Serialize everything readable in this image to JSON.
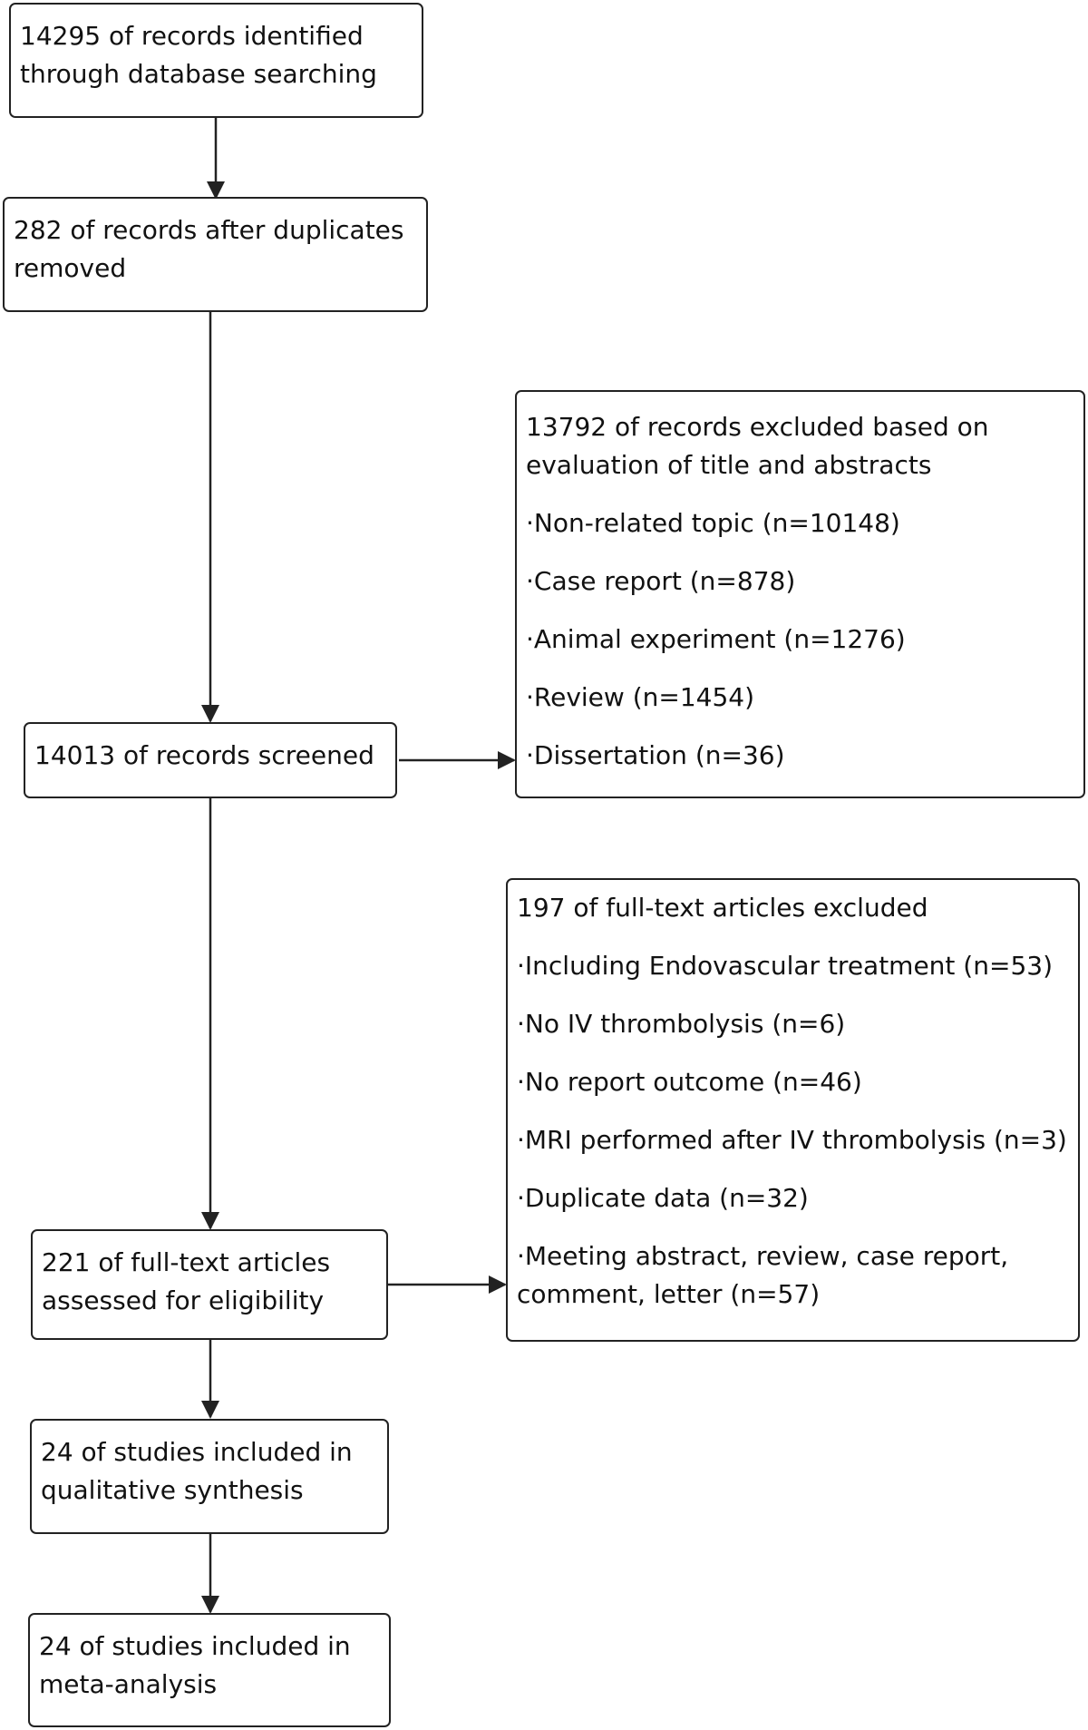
{
  "nodes": {
    "identified": {
      "lines": [
        "14295 of records identified",
        "through database searching"
      ]
    },
    "dedup": {
      "lines": [
        "282 of records after duplicates",
        "removed"
      ]
    },
    "screened": {
      "lines": [
        "14013 of records screened"
      ]
    },
    "excluded_title": {
      "heading": [
        "13792 of records excluded based on",
        "evaluation of title and abstracts"
      ],
      "items": [
        "·Non-related topic (n=10148)",
        "·Case report (n=878)",
        "·Animal experiment (n=1276)",
        "·Review (n=1454)",
        "·Dissertation (n=36)"
      ]
    },
    "fulltext": {
      "lines": [
        "221 of full-text articles",
        "assessed for eligibility"
      ]
    },
    "excluded_fulltext": {
      "heading": [
        "197 of full-text articles excluded"
      ],
      "items": [
        "·Including Endovascular treatment (n=53)",
        "·No IV thrombolysis (n=6)",
        "·No report outcome (n=46)",
        "·MRI performed after IV thrombolysis (n=3)",
        "·Duplicate data (n=32)"
      ],
      "last_item": [
        "·Meeting abstract, review, case report,",
        "comment, letter (n=57)"
      ]
    },
    "qualitative": {
      "lines": [
        "24 of studies included in",
        "qualitative synthesis"
      ]
    },
    "meta": {
      "lines": [
        "24 of studies included in",
        "meta-analysis"
      ]
    }
  }
}
